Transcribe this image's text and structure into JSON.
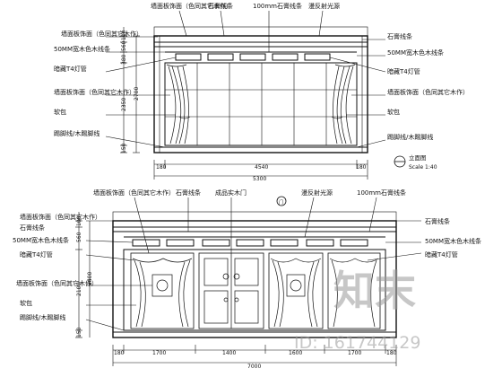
{
  "top_elevation": {
    "labels_left": [
      "墙面板饰面（色同其它木作）",
      "50MM宽木色木线条",
      "暗藏T4灯管",
      "墙面板饰面（色同其它木作）",
      "软包",
      "踢脚线/木踢脚线"
    ],
    "labels_top": [
      "墙面板饰面（色同其它木作）",
      "石膏线条",
      "100mm石膏线条",
      "漫反射光源"
    ],
    "labels_right": [
      "石膏线条",
      "50MM宽木色木线条",
      "暗藏T4灯管",
      "墙面板饰面（色同其它木作）",
      "软包",
      "踢脚线/木踢脚线"
    ],
    "dims_vertical": [
      "100",
      "560",
      "380",
      "2350",
      "2700",
      "150"
    ],
    "dims_bottom_inner": [
      "180",
      "4540",
      "180"
    ],
    "dim_bottom_total": "5300",
    "scale_title": "立面图",
    "scale_text": "Scale 1:40"
  },
  "bottom_elevation": {
    "labels_left": [
      "墙面板饰面（色同其它木作）",
      "石膏线条",
      "50MM宽木色木线条",
      "暗藏T4灯管",
      "墙面板饰面（色同其它木作）",
      "软包",
      "踢脚线/木踢脚线"
    ],
    "labels_top": [
      "墙面板饰面（色同其它木作）",
      "石膏线条",
      "成品实木门",
      "门",
      "漫反射光源",
      "100mm石膏线条"
    ],
    "labels_right": [
      "石膏线条",
      "50MM宽木色木线条",
      "暗藏T4灯管"
    ],
    "dims_vertical": [
      "100",
      "560",
      "2100",
      "2400",
      "150"
    ],
    "dims_bottom_inner": [
      "180",
      "1700",
      "1400",
      "1600",
      "1700",
      "180"
    ],
    "dim_bottom_total": "7000"
  },
  "watermark": {
    "logo_text": "知末",
    "id_text": "ID: 161744129"
  }
}
